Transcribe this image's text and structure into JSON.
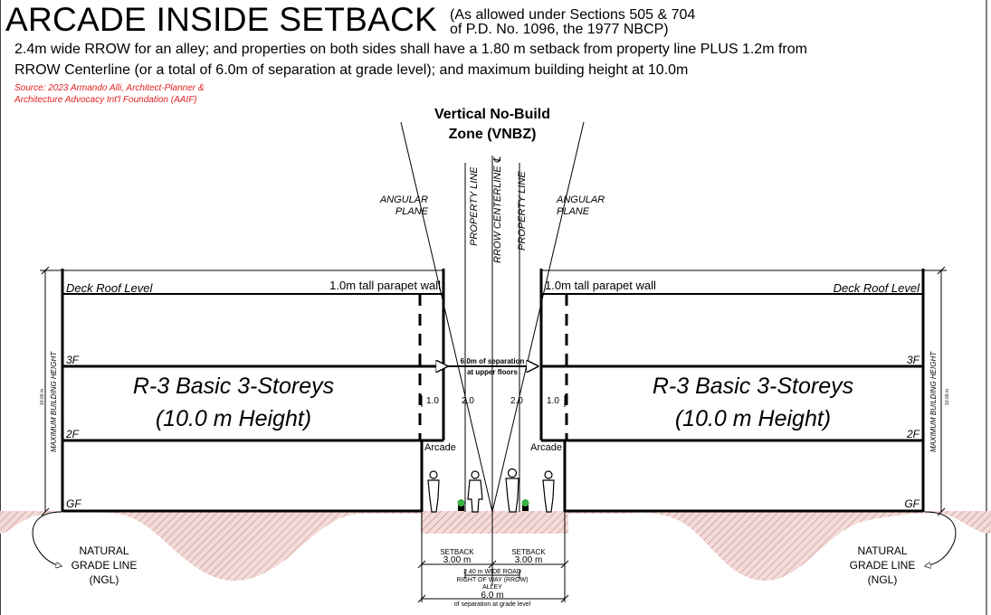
{
  "header": {
    "title": "ARCADE INSIDE SETBACK",
    "title_note_line1": "(As allowed under Sections 505 & 704",
    "title_note_line2": "of P.D. No. 1096, the 1977 NBCP)",
    "description_line1": "2.4m wide RROW for an alley; and properties on both sides shall have a 1.80 m setback from property line PLUS 1.2m from",
    "description_line2": "RROW Centerline (or a total of 6.0m of separation at grade level); and maximum building height at 10.0m",
    "source_line1": "Source: 2023 Armando Alli, Architect-Planner &",
    "source_line2": "Architecture Advocacy Int'l Foundation (AAIF)"
  },
  "vnbz": {
    "line1": "Vertical No-Build",
    "line2": "Zone (VNBZ)"
  },
  "vertical_labels": {
    "property_line": "PROPERTY LINE",
    "rrow_centerline": "RROW CENTERLINE ℄"
  },
  "angular_plane": {
    "line1": "ANGULAR",
    "line2": "PLANE"
  },
  "building": {
    "deck_roof": "Deck Roof Level",
    "parapet": "1.0m tall parapet wall",
    "floor_3f": "3F",
    "floor_2f": "2F",
    "floor_gf": "GF",
    "name_line1": "R-3  Basic 3-Storeys",
    "name_line2": "(10.0 m Height)",
    "arcade": "Arcade",
    "max_height": "MAXIMUM BUILDING HEIGHT",
    "height_value": "10.00 m"
  },
  "upper_separation": {
    "line1": "6.0m of separation",
    "line2": "at upper floors"
  },
  "offsets": {
    "inner": "1.0",
    "outer": "2.0"
  },
  "grade": {
    "line1": "NATURAL",
    "line2": "GRADE LINE",
    "line3": "(NGL)"
  },
  "dimensions": {
    "setback_label": "SETBACK",
    "setback_value": "3.00 m",
    "road_line1": "2.40 m WIDE ROAD",
    "road_line2": "RIGHT OF WAY (RROW)",
    "road_line3": "ALLEY",
    "total_value": "6.0 m",
    "total_note": "of separation at grade level"
  },
  "colors": {
    "ground_fill": "#f3dcd8",
    "ground_hatch": "#c28a8a",
    "source_text": "#e32222",
    "planter": "#3cb043"
  }
}
